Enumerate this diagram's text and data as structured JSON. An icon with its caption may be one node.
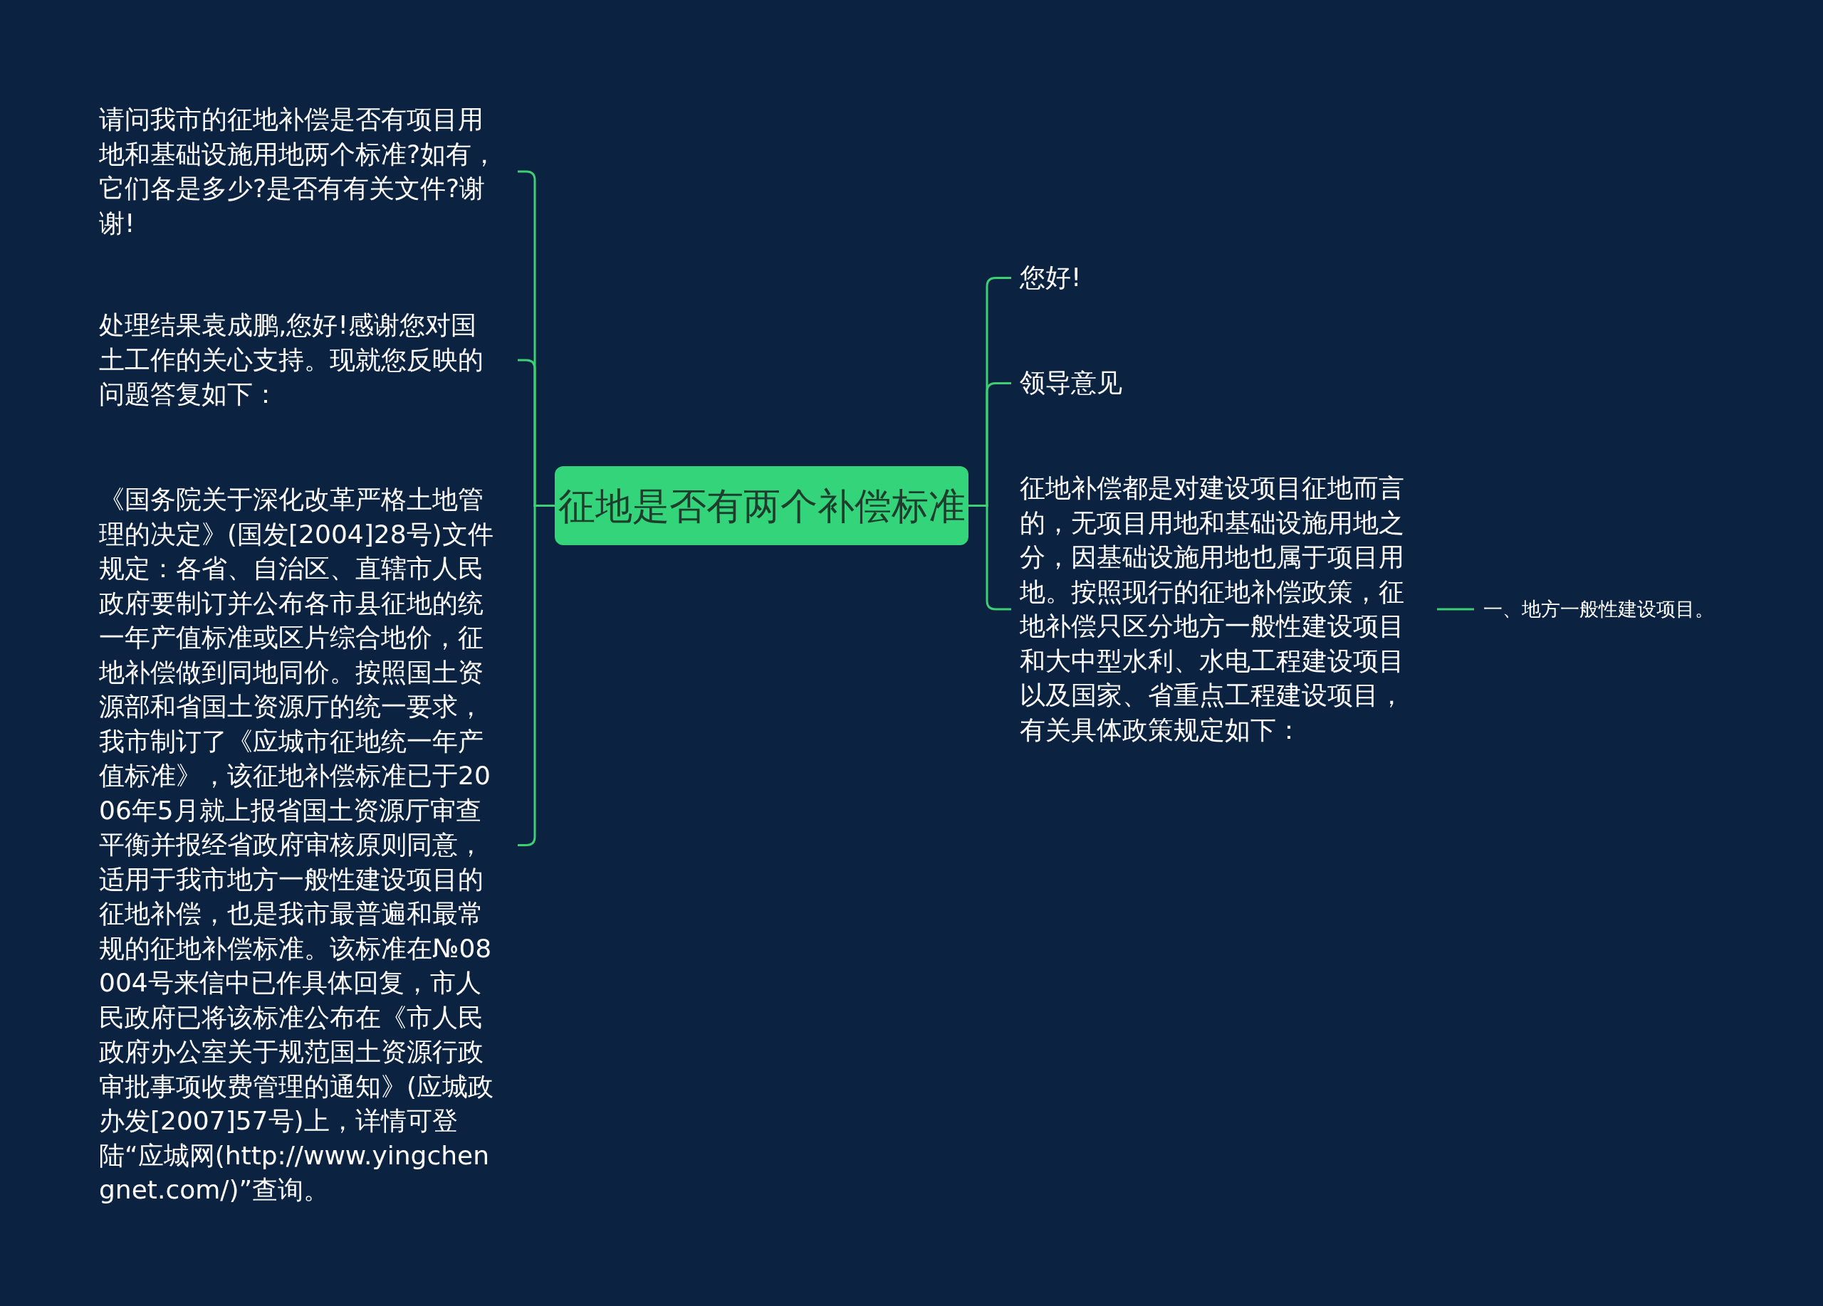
{
  "diagram": {
    "nodes": [
      {
        "text": [
          "征地是否有两个补偿标准"
        ]
      },
      {
        "text": [
          "请问我市的征地补偿是否有项目用地和基础设施用地两个标准?如有，它们各是多少?是否有有关文件?谢谢!"
        ]
      },
      {
        "text": [
          "处理结果袁成鹏,您好!感谢您对国土工作的关心支持。现就您反映的问题答复如下："
        ]
      },
      {
        "text": [
          "《国务院关于深化改革严格土地管理的决定》(国发[2004]28号)文件规定：各省、自治区、直辖市人民政府要制订并公布各市县征地的统一年产值标准或区片综合地价，征地补偿做到同地同价。按照国土资源部和省国土资源厅的统一要求，我市制订了《应城市征地统一年产值标准》，该征地补偿标准已于2006年5月就上报省国土资源厅审查平衡并报经省政府审核原则同意，适用于我市地方一般性建设项目的征地补偿，也是我市最普遍和最常规的征地补偿标准。该标准在№08004号来信中已作具体回复，市人民政府已将该标准公布在《市人民政府办公室关于规范国土资源行政审批事项收费管理的通知》(应城政办发[2007]57号)上，详情可登陆“应城网(http://www.yingchengnet.com/)”查询。"
        ]
      },
      {
        "text": [
          "您好!"
        ]
      },
      {
        "text": [
          "领导意见"
        ]
      },
      {
        "text": [
          "征地补偿都是对建设项目征地而言的，无项目用地和基础设施用地之分，因基础设施用地也属于项目用地。按照现行的征地补偿政策，征地补偿只区分地方一般性建设项目和大中型水利、水电工程建设项目以及国家、省重点工程建设项目，有关具体政策规定如下："
        ]
      },
      {
        "text": [
          "一、地方一般性建设项目。"
        ]
      }
    ],
    "edges": [
      {
        "from": 0,
        "to": 1,
        "arrow": "none"
      },
      {
        "from": 0,
        "to": 2,
        "arrow": "none"
      },
      {
        "from": 0,
        "to": 3,
        "arrow": "none"
      },
      {
        "from": 0,
        "to": 4,
        "arrow": "none"
      },
      {
        "from": 0,
        "to": 5,
        "arrow": "none"
      },
      {
        "from": 0,
        "to": 6,
        "arrow": "none"
      },
      {
        "from": 6,
        "to": 7,
        "arrow": "none"
      }
    ]
  }
}
